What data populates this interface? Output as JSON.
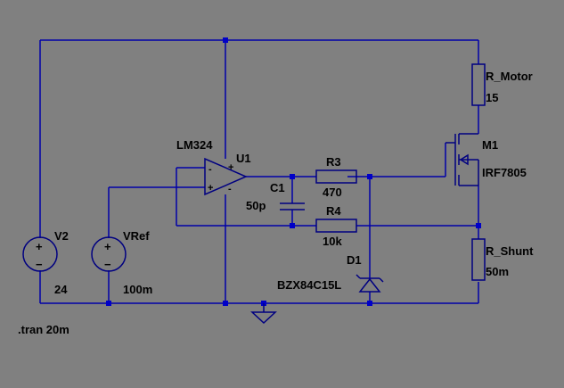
{
  "schematic": {
    "opamp": {
      "model": "LM324",
      "ref": "U1",
      "plus": "+",
      "minus": "-",
      "in_plus": "+",
      "in_minus": "-"
    },
    "sources": [
      {
        "ref": "V2",
        "value": "24",
        "plus": "+",
        "minus": "−"
      },
      {
        "ref": "VRef",
        "value": "100m",
        "plus": "+",
        "minus": "−"
      }
    ],
    "capacitor": {
      "ref": "C1",
      "value": "50p"
    },
    "resistors": [
      {
        "ref": "R3",
        "value": "470"
      },
      {
        "ref": "R4",
        "value": "10k"
      },
      {
        "ref": "R_Motor",
        "value": "15"
      },
      {
        "ref": "R_Shunt",
        "value": "50m"
      }
    ],
    "mosfet": {
      "ref": "M1",
      "model": "IRF7805"
    },
    "diode": {
      "ref": "D1",
      "model": "BZX84C15L"
    },
    "directive": ".tran 20m"
  },
  "colors": {
    "background": "#808080",
    "wire": "#0000a8",
    "component": "#000080",
    "text": "#000000"
  }
}
